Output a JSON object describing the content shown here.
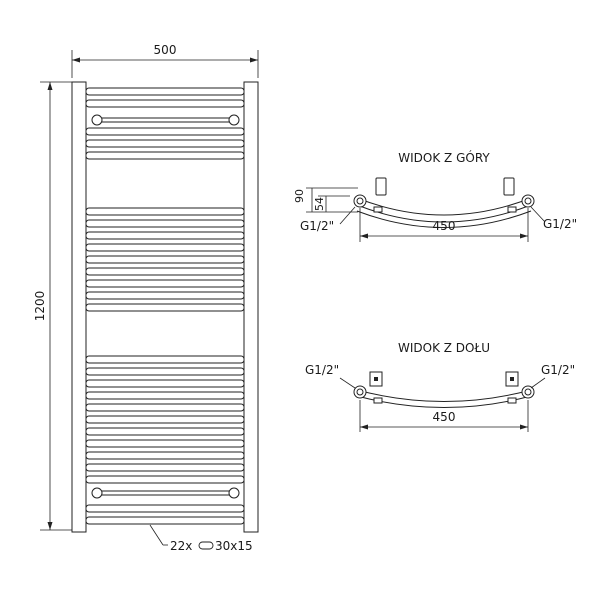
{
  "front_view": {
    "width_label": "500",
    "height_label": "1200",
    "tube_label": "22x",
    "tube_dims": "30x15"
  },
  "top_view": {
    "title": "WIDOK Z GÓRY",
    "depth_label": "90",
    "offset_label": "54",
    "span_label": "450",
    "left_connector": "G1/2\"",
    "right_connector": "G1/2\""
  },
  "bottom_view": {
    "title": "WIDOK Z DOŁU",
    "span_label": "450",
    "left_connector": "G1/2\"",
    "right_connector": "G1/2\""
  },
  "colors": {
    "line": "#222222",
    "background": "#ffffff"
  }
}
